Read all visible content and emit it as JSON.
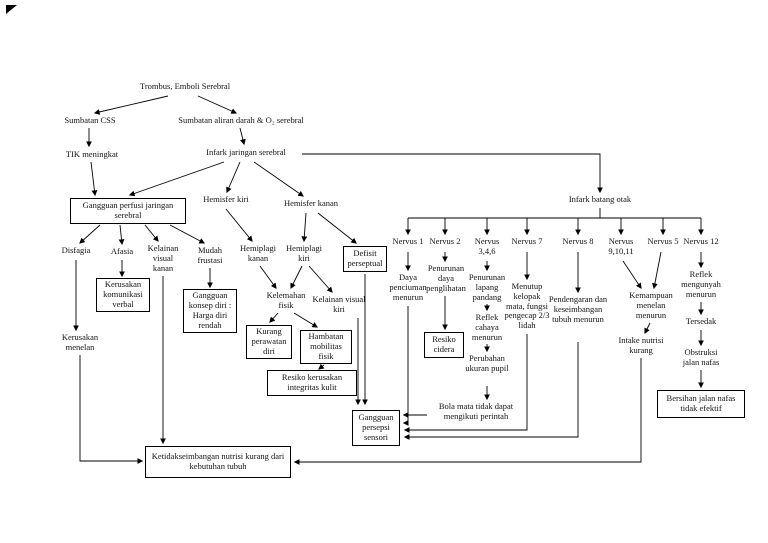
{
  "page": {
    "background_color": "#ffffff",
    "line_color": "#000000",
    "text_color": "#111111"
  },
  "nodes": {
    "trombus": "Trombus, Emboli Serebral",
    "sumbatan_css": "Sumbatan CSS",
    "sumbatan_aliran": "Sumbatan aliran darah & O₂ serebral",
    "tik_meningkat": "TIK meningkat",
    "infark_jaringan": "Infark jaringan serebral",
    "gangguan_perfusi": "Gangguan perfusi jaringan serebral",
    "hemisfer_kiri": "Hemisfer kiri",
    "hemisfer_kanan": "Hemisfer kanan",
    "infark_batang": "Infark batang otak",
    "disfagia": "Disfagia",
    "afasia": "Afasia",
    "kelainan_visual_kanan": "Kelainan visual kanan",
    "mudah_frustasi": "Mudah frustasi",
    "hemiplagi_kanan": "Hemiplagi kanan",
    "hemiplagi_kiri": "Hemiplagi kiri",
    "defisit_perseptual": "Defisit perseptual",
    "nervus_1": "Nervus 1",
    "nervus_2": "Nervus 2",
    "nervus_346": "Nervus 3,4,6",
    "nervus_7": "Nervus 7",
    "nervus_8": "Nervus 8",
    "nervus_91011": "Nervus 9,10,11",
    "nervus_5": "Nervus 5",
    "nervus_12": "Nervus 12",
    "kerusakan_komunikasi": "Kerusakan komunikasi verbal",
    "kerusakan_menelan": "Kerusakan menelan",
    "gangguan_konsep": "Gangguan konsep diri : Harga diri rendah",
    "kelemahan_fisik": "Kelemahan fisik",
    "kelainan_visual_kiri": "Kelainan visual kiri",
    "kurang_perawatan": "Kurang perawatan diri",
    "hambatan_mobilitas": "Hambatan mobilitas fisik",
    "resiko_kerusakan_kulit": "Resiko kerusakan integritas kulit",
    "daya_penciuman": "Daya penciuman menurun",
    "penurunan_daya_penglihatan": "Penurunan daya penglihatan",
    "penurunan_lapang_pandang": "Penurunan lapang pandang",
    "reflek_cahaya": "Reflek cahaya menurun",
    "perubahan_ukuran_pupil": "Perubahan ukuran pupil",
    "menutup_kelopak": "Menutup kelopak mata, fungsi pengecap 2/3 lidah",
    "resiko_cidera": "Resiko cidera",
    "pendengaran_keseimbangan": "Pendengaran dan keseimbangan tubuh menurun",
    "kemampuan_menelan": "Kemampuan menelan menurun",
    "intake_nutrisi": "Intake nutrisi kurang",
    "reflek_mengunyah": "Reflek mengunyah menurun",
    "tersedak": "Tersedak",
    "obstruksi_jalan_nafas": "Obstruksi jalan nafas",
    "bersihan_jalan_nafas": "Bersihan jalan nafas tidak efektif",
    "bola_mata": "Bola mata tidak dapat mengikuti perintah",
    "gangguan_persepsi": "Gangguan persepsi sensori",
    "ketidakseimbangan_nutrisi": "Ketidakseimbangan nutrisi kurang dari kebutuhan tubuh"
  }
}
